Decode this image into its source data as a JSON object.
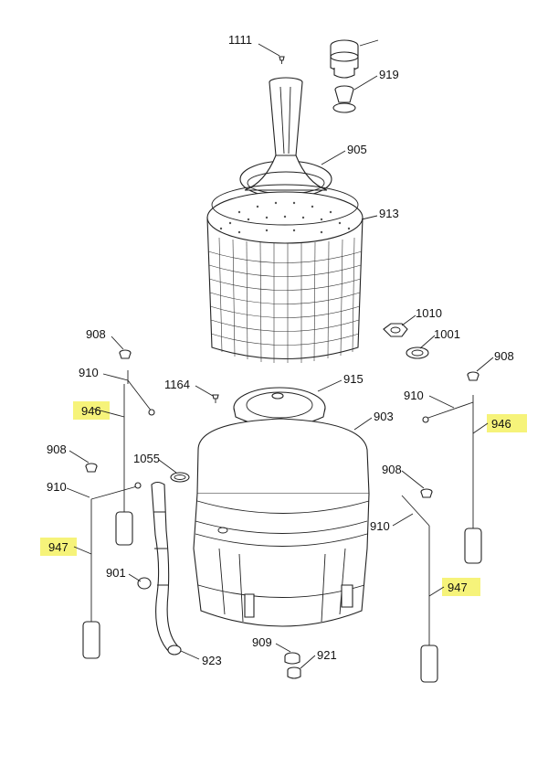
{
  "diagram": {
    "callouts": [
      {
        "id": "c1111",
        "text": "1111",
        "highlight": false
      },
      {
        "id": "c919",
        "text": "919",
        "highlight": false
      },
      {
        "id": "c905",
        "text": "905",
        "highlight": false
      },
      {
        "id": "c913",
        "text": "913",
        "highlight": false
      },
      {
        "id": "c1010",
        "text": "1010",
        "highlight": false
      },
      {
        "id": "c1001",
        "text": "1001",
        "highlight": false
      },
      {
        "id": "c908a",
        "text": "908",
        "highlight": false
      },
      {
        "id": "c910a",
        "text": "910",
        "highlight": false
      },
      {
        "id": "c1164",
        "text": "1164",
        "highlight": false
      },
      {
        "id": "c915",
        "text": "915",
        "highlight": false
      },
      {
        "id": "c946a",
        "text": "946",
        "highlight": true
      },
      {
        "id": "c903",
        "text": "903",
        "highlight": false
      },
      {
        "id": "c908b",
        "text": "908",
        "highlight": false
      },
      {
        "id": "c1055",
        "text": "1055",
        "highlight": false
      },
      {
        "id": "c910b",
        "text": "910",
        "highlight": false
      },
      {
        "id": "c947a",
        "text": "947",
        "highlight": true
      },
      {
        "id": "c901",
        "text": "901",
        "highlight": false
      },
      {
        "id": "c923",
        "text": "923",
        "highlight": false
      },
      {
        "id": "c909",
        "text": "909",
        "highlight": false
      },
      {
        "id": "c921",
        "text": "921",
        "highlight": false
      },
      {
        "id": "c908c",
        "text": "908",
        "highlight": false
      },
      {
        "id": "c910c",
        "text": "910",
        "highlight": false
      },
      {
        "id": "c946b",
        "text": "946",
        "highlight": true
      },
      {
        "id": "c908d",
        "text": "908",
        "highlight": false
      },
      {
        "id": "c910d",
        "text": "910",
        "highlight": false
      },
      {
        "id": "c947b",
        "text": "947",
        "highlight": true
      }
    ],
    "highlight_color": "#f6f37a"
  }
}
